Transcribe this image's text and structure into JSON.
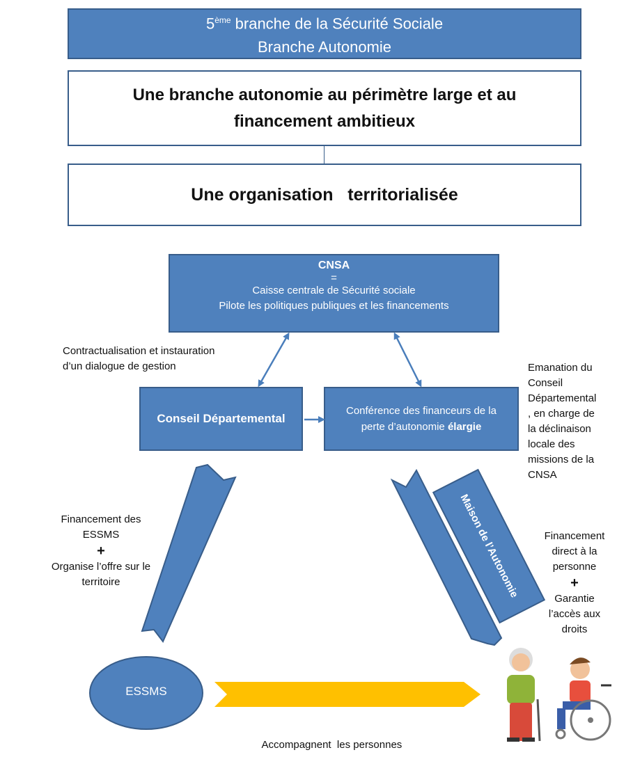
{
  "header": {
    "line1_main": "5",
    "line1_sup": "ème",
    "line1_rest": " branche de la Sécurité Sociale",
    "line2": "Branche Autonomie"
  },
  "box_perimetre": {
    "line1": "Une branche autonomie au périmètre large et au",
    "line2": "financement ambitieux"
  },
  "box_organisation": {
    "text": "Une organisation   territorialisée"
  },
  "cnsa": {
    "title": "CNSA",
    "equals": "=",
    "line1": "Caisse centrale de Sécurité sociale",
    "line2": "Pilote les politiques publiques  et les financements"
  },
  "contract_label": {
    "line1": "Contractualisation et instauration",
    "line2": "d’un dialogue de gestion"
  },
  "conseil": {
    "label": "Conseil Départemental"
  },
  "conference": {
    "line1": "Conférence des financeurs de la",
    "line2_a": "perte d’autonomie ",
    "line2_b": "élargie"
  },
  "emanation": {
    "lines": [
      "Emanation du",
      "Conseil",
      "Départemental",
      ", en charge de",
      "la déclinaison",
      "locale des",
      "missions de la",
      "CNSA"
    ]
  },
  "left_funding": {
    "line1": "Financement des",
    "line2": "ESSMS",
    "plus": "+",
    "line3": "Organise l’offre sur le",
    "line4": "territoire"
  },
  "maison": {
    "label": "Maison de l’Autonomie"
  },
  "right_funding": {
    "line1": "Financement",
    "line2": "direct à la",
    "line3": "personne",
    "plus": "+",
    "line4": "Garantie",
    "line5": "l’accès aux",
    "line6": "droits"
  },
  "essms": {
    "label": "ESSMS"
  },
  "accompagnent": {
    "label": "Accompagnent  les personnes"
  },
  "colors": {
    "box_fill": "#4f81bd",
    "box_border": "#385d8a",
    "yellow_arrow": "#ffc000"
  }
}
